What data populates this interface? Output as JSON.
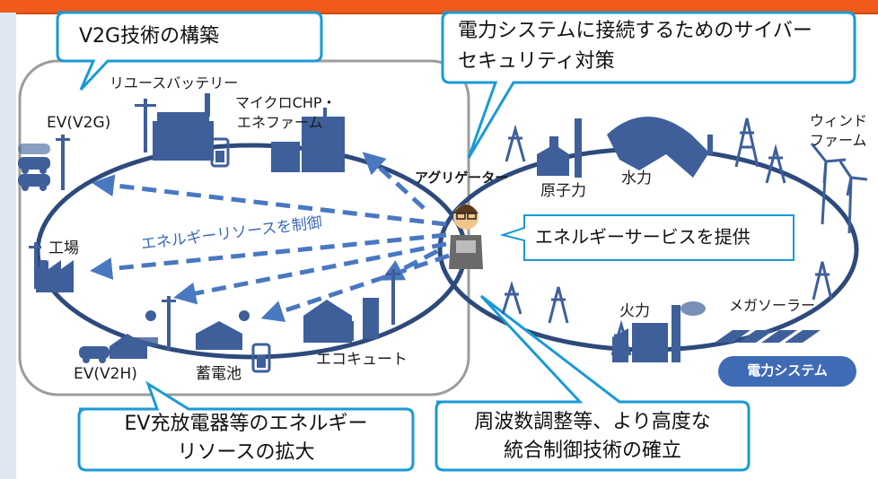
{
  "callouts": {
    "v2g": "V2G技術の構築",
    "cyber_line1": "電力システムに接続するためのサイバー",
    "cyber_line2": "セキュリティ対策",
    "service": "エネルギーサービスを提供",
    "ev_line1": "EV充放電器等のエネルギー",
    "ev_line2": "リソースの拡大",
    "freq_line1": "周波数調整等、より高度な",
    "freq_line2": "統合制御技術の確立"
  },
  "labels": {
    "reuse_battery": "リユースバッテリー",
    "micro_chp_1": "マイクロCHP・",
    "micro_chp_2": "エネファーム",
    "ev_v2g": "EV(V2G)",
    "factory": "工場",
    "resource_control": "エネルギーリソースを制御",
    "ev_v2h": "EV(V2H)",
    "storage": "蓄電池",
    "ecocute": "エコキュート",
    "aggregator": "アグリゲーター",
    "nuclear": "原子力",
    "hydro": "水力",
    "wind_1": "ウィンド",
    "wind_2": "ファーム",
    "thermal": "火力",
    "mega_solar": "メガソーラー",
    "power_system": "電力システム"
  },
  "colors": {
    "header_bar": "#f05a1a",
    "callout_border": "#1a9ad6",
    "ring": "#2e4a7c",
    "icon": "#3e5f9a",
    "arrow": "#4a78c0",
    "badge": "#3f6bb5"
  }
}
